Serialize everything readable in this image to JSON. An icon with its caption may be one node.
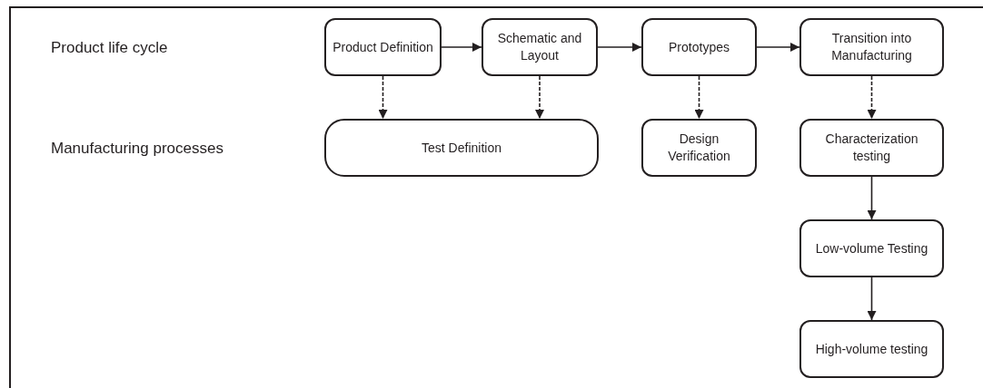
{
  "diagram": {
    "nodes": [
      {
        "text": [
          "Product Definition"
        ]
      },
      {
        "text": [
          "Schematic and Layout"
        ]
      },
      {
        "text": [
          "Prototypes"
        ]
      },
      {
        "text": [
          "Transition into Manufacturing"
        ]
      },
      {
        "text": [
          "Test Definition"
        ]
      },
      {
        "text": [
          "Design Verification"
        ]
      },
      {
        "text": [
          "Characterization testing"
        ]
      },
      {
        "text": [
          "Low-volume Testing"
        ]
      },
      {
        "text": [
          "High-volume testing"
        ]
      }
    ],
    "edges": [
      {
        "from": 0,
        "to": 1,
        "arrow": "to"
      },
      {
        "from": 1,
        "to": 2,
        "arrow": "to"
      },
      {
        "from": 2,
        "to": 3,
        "arrow": "to"
      },
      {
        "from": 0,
        "to": 4,
        "arrow": "to",
        "style": "dashed"
      },
      {
        "from": 1,
        "to": 4,
        "arrow": "to",
        "style": "dashed"
      },
      {
        "from": 2,
        "to": 5,
        "arrow": "to",
        "style": "dashed"
      },
      {
        "from": 3,
        "to": 6,
        "arrow": "to",
        "style": "dashed"
      },
      {
        "from": 6,
        "to": 7,
        "arrow": "to"
      },
      {
        "from": 7,
        "to": 8,
        "arrow": "to"
      }
    ],
    "labels": [
      "Product life cycle",
      "Manufacturing processes"
    ]
  }
}
